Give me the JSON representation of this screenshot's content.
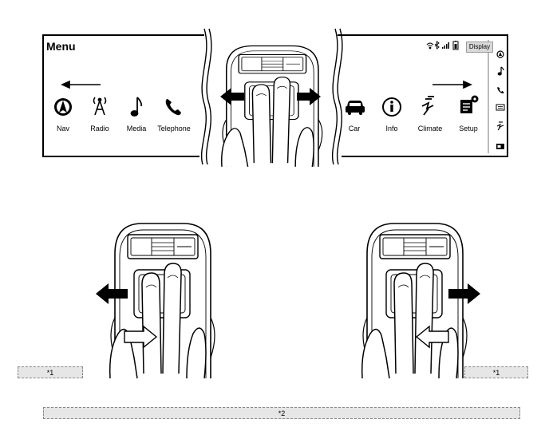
{
  "menu_screen": {
    "title": "Menu",
    "display_button": "Display",
    "left_items": [
      {
        "label": "Nav",
        "icon": "navigation-compass-icon"
      },
      {
        "label": "Radio",
        "icon": "radio-tower-icon"
      },
      {
        "label": "Media",
        "icon": "music-note-icon"
      },
      {
        "label": "Telephone",
        "icon": "phone-icon"
      }
    ],
    "right_items": [
      {
        "label": "Car",
        "icon": "car-icon"
      },
      {
        "label": "Info",
        "icon": "info-icon"
      },
      {
        "label": "Climate",
        "icon": "climate-icon"
      },
      {
        "label": "Setup",
        "icon": "setup-icon"
      }
    ],
    "status_icons": [
      "wifi-icon",
      "bluetooth-icon",
      "signal-icon",
      "battery-icon"
    ],
    "sidebar_icons": [
      "nav-side-icon",
      "music-side-icon",
      "phone-side-icon",
      "info-side-icon",
      "climate-side-icon",
      "setup-side-icon"
    ]
  },
  "callouts": {
    "left": "*1",
    "right": "*1",
    "bottom": "*2"
  }
}
